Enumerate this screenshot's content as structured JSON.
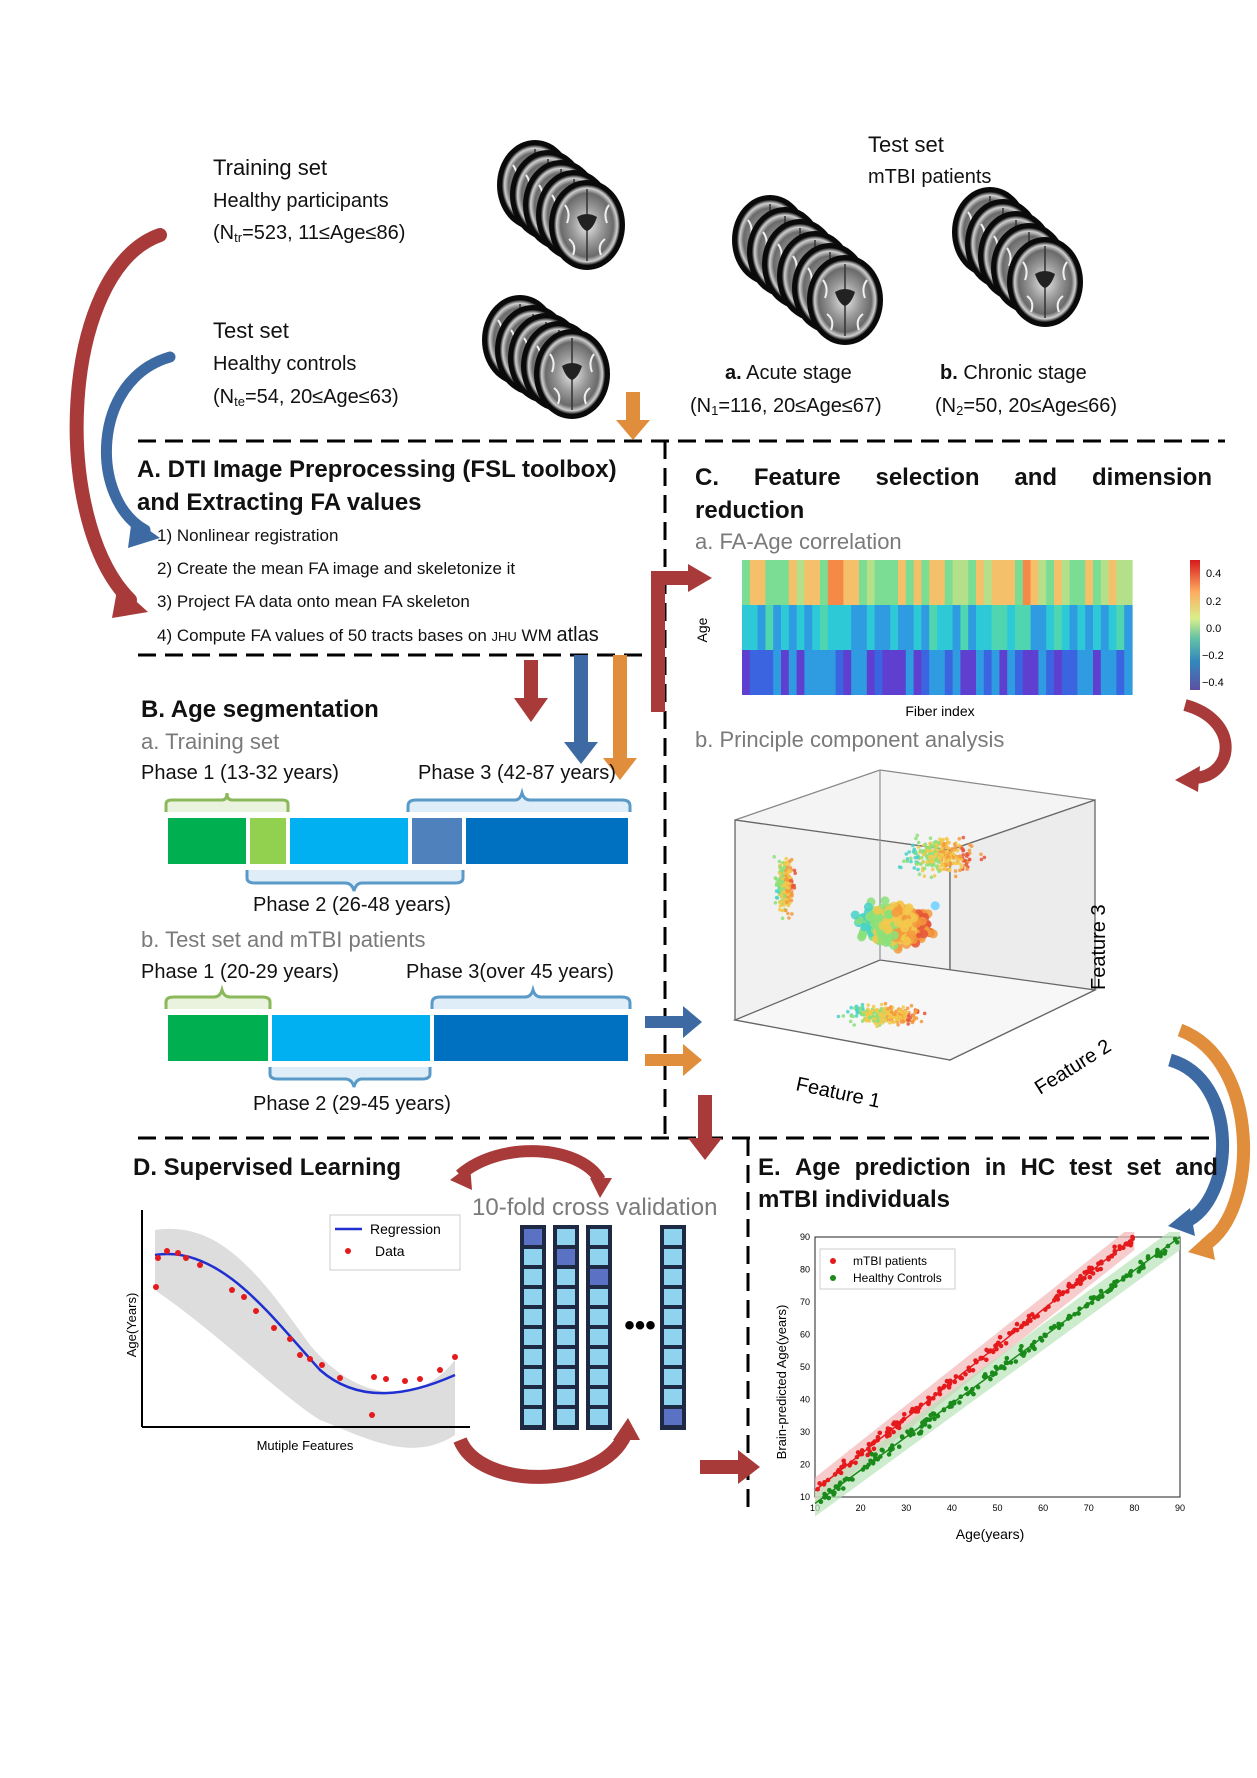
{
  "top": {
    "training_title": "Training set",
    "training_sub": "Healthy participants",
    "training_n_pre": "(N",
    "training_n_sub": "tr",
    "training_n_post": "=523, 11≤Age≤86)",
    "testhc_title": "Test set",
    "testhc_sub": "Healthy controls",
    "testhc_n_pre": "(N",
    "testhc_n_sub": "te",
    "testhc_n_post": "=54, 20≤Age≤63)",
    "testmtbi_title": "Test set",
    "testmtbi_sub": "mTBI patients",
    "acute_letter": "a.",
    "acute_label": "Acute stage",
    "acute_n_pre": "(N",
    "acute_n_sub": "1",
    "acute_n_post": "=116, 20≤Age≤67)",
    "chronic_letter": "b.",
    "chronic_label": "Chronic stage",
    "chronic_n_pre": "(N",
    "chronic_n_sub": "2",
    "chronic_n_post": "=50, 20≤Age≤66)"
  },
  "sectionA": {
    "title_line1": "A. DTI Image Preprocessing (FSL toolbox)",
    "title_line2": "and Extracting FA values",
    "step1": "1) Nonlinear registration",
    "step2": "2) Create the mean FA image and skeletonize it",
    "step3": "3) Project FA data onto mean FA skeleton",
    "step4_pre": "4) Compute FA values of 50 tracts bases on ",
    "step4_small": "JHU",
    "step4_mid": " WM ",
    "step4_big": "atlas"
  },
  "sectionB": {
    "title": "B. Age segmentation",
    "a_label": "a. Training set",
    "phase1_train": "Phase 1 (13-32 years)",
    "phase3_train": "Phase 3 (42-87 years)",
    "phase2_train": "Phase 2 (26-48 years)",
    "b_label": "b. Test set and mTBI patients",
    "phase1_test": "Phase 1 (20-29 years)",
    "phase3_test": "Phase 3(over 45 years)",
    "phase2_test": "Phase 2 (29-45 years)"
  },
  "sectionC": {
    "title_words": [
      "C.",
      "Feature",
      "selection",
      "and",
      "dimension"
    ],
    "title_line2": "reduction",
    "a_label": "a. FA-Age correlation",
    "heatmap_ylabel": "Age",
    "heatmap_xlabel": "Fiber index",
    "colorbar_ticks": [
      "0.4",
      "0.2",
      "0.0",
      "−0.2",
      "−0.4"
    ],
    "b_label": "b. Principle component analysis",
    "pca_feature1": "Feature 1",
    "pca_feature2": "Feature 2",
    "pca_feature3": "Feature 3"
  },
  "sectionD": {
    "title": "D. Supervised Learning",
    "cv_label": "10-fold cross validation",
    "plot_ylabel": "Age(Years)",
    "plot_xlabel": "Mutiple Features",
    "legend_regression": "Regression",
    "legend_data": "Data",
    "ellipsis": "•••"
  },
  "sectionE": {
    "title_words": [
      "E.",
      "Age",
      "prediction",
      "in",
      "HC",
      "test",
      "set",
      "and"
    ],
    "title_line2": "mTBI individuals",
    "chart_xlabel": "Age(years)",
    "chart_ylabel": "Brain-predicted Age(years)",
    "legend_mtbi": "mTBI patients",
    "legend_hc": "Healthy Controls"
  },
  "colors": {
    "red_arrow": "#a83a3a",
    "blue_arrow": "#3e6aa3",
    "orange_arrow": "#e08d3c",
    "green_dark": "#00b050",
    "green_light": "#92d050",
    "cyan": "#00b0f0",
    "blue_mid": "#4f81bd",
    "blue_dark": "#0070c0"
  },
  "chart_data": [
    {
      "type": "heatmap",
      "ylabel": "Age",
      "xlabel": "Fiber index",
      "rows": 3,
      "columns": 50,
      "colorbar_range": [
        -0.4,
        0.4
      ]
    },
    {
      "type": "scatter",
      "xlabel": "Age(years)",
      "ylabel": "Brain-predicted Age(years)",
      "xlim": [
        10,
        90
      ],
      "ylim": [
        10,
        90
      ],
      "xticks": [
        10,
        20,
        30,
        40,
        50,
        60,
        70,
        80,
        90
      ],
      "yticks": [
        10,
        20,
        30,
        40,
        50,
        60,
        70,
        80,
        90
      ],
      "series": [
        {
          "name": "mTBI patients",
          "color": "#e41a1c",
          "fit": [
            [
              10,
              12
            ],
            [
              80,
              90
            ]
          ]
        },
        {
          "name": "Healthy Controls",
          "color": "#1a8a1a",
          "fit": [
            [
              10,
              8
            ],
            [
              90,
              90
            ]
          ]
        }
      ]
    }
  ]
}
